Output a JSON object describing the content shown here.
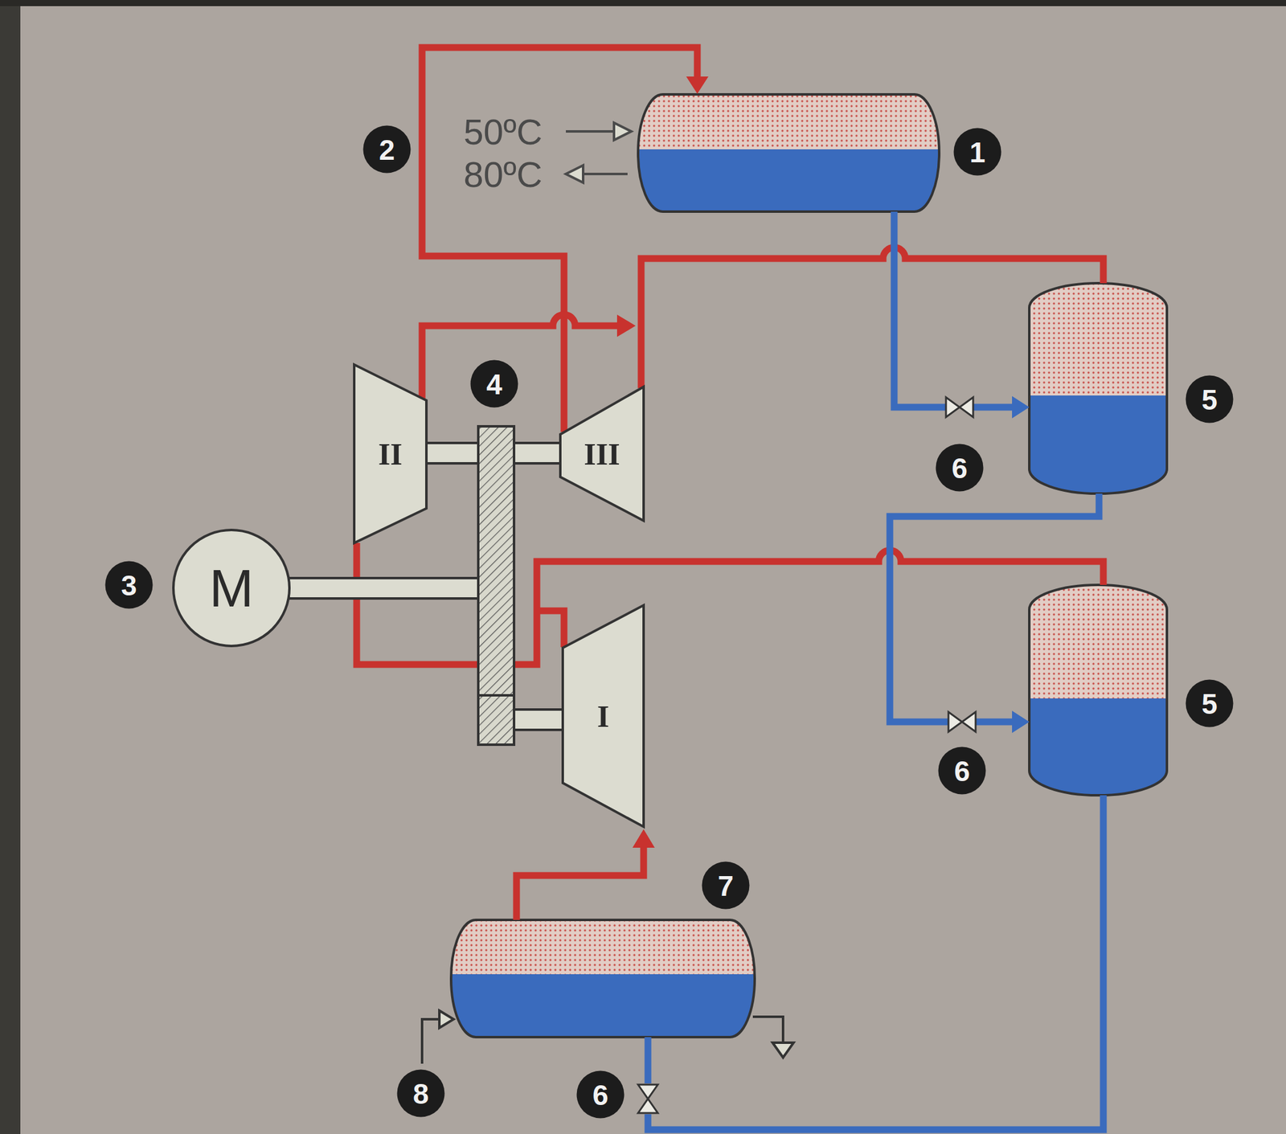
{
  "diagram": {
    "nodes": [
      {
        "text": [
          "II"
        ]
      },
      {
        "text": [
          "III"
        ]
      },
      {
        "text": [
          "M"
        ]
      },
      {
        "text": [
          "I"
        ]
      }
    ],
    "labels": [
      "2",
      "50ºC",
      "1",
      "80ºC",
      "4",
      "5",
      "6",
      "3",
      "6",
      "5",
      "7",
      "8",
      "6"
    ]
  }
}
